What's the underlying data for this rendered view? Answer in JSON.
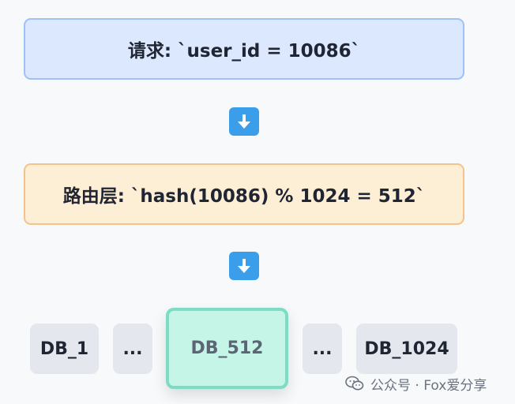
{
  "request": {
    "text": "请求: `user_id = 10086`"
  },
  "router": {
    "text": "路由层: `hash(10086) % 1024 = 512`"
  },
  "arrows": {
    "icon": "down-arrow-icon",
    "color": "#3b9eea"
  },
  "databases": {
    "db_1": "DB_1",
    "dots_1": "...",
    "db_512": "DB_512",
    "dots_2": "...",
    "db_1024": "DB_1024"
  },
  "watermark": {
    "text": "公众号 · Fox爱分享",
    "icon": "wechat-icon"
  },
  "colors": {
    "request_bg": "#dce8fd",
    "router_bg": "#fdeed6",
    "highlight_bg": "#c5f5e7",
    "highlight_border": "#7ddcc3"
  }
}
